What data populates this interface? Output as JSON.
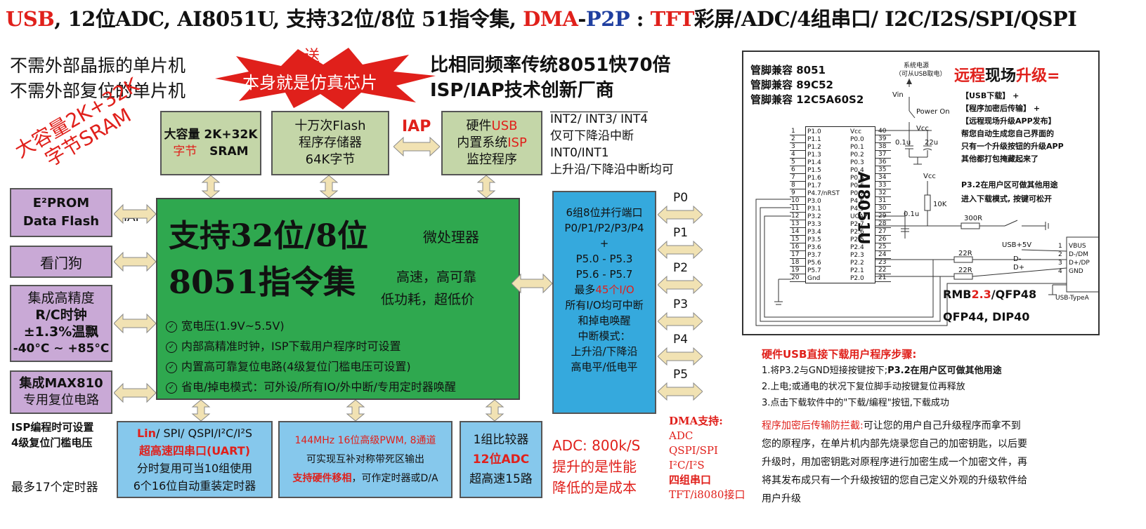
{
  "header": {
    "p1": "USB",
    "p2": ", 12位ADC, AI8051U, 支持32位/8位 51指令集, ",
    "p3": "DMA",
    "p4": "-",
    "p5": "P2P",
    "p6": " : ",
    "p7": "TFT",
    "p8": "彩屏/ADC/4组串口/ I2C/I2S/SPI/QSPI"
  },
  "top_left": {
    "line1": "不需外部晶振的单片机",
    "line2": "不需外部复位的单片机"
  },
  "burst": {
    "top": "送",
    "main": "本身就是仿真芯片"
  },
  "top_right": {
    "line1": "比相同频率传统8051快70倍",
    "line2": "ISP/IAP技术创新厂商"
  },
  "sram_promo": {
    "line1": "大容量2K+32K",
    "line2": "字节SRAM"
  },
  "sram_box": {
    "line1": "大容量 2K+32K",
    "line2a": "字节",
    "line2b": "SRAM"
  },
  "flash_box": {
    "line1": "十万次Flash",
    "line2": "程序存储器",
    "line3": "64K字节"
  },
  "iap_top": "IAP",
  "usb_box": {
    "l1a": "硬件",
    "l1b": "USB",
    "l2a": "内置系统",
    "l2b": "ISP",
    "l3": "监控程序"
  },
  "int_text": {
    "l1": "INT2/ INT3/ INT4",
    "l2": "仅可下降沿中断",
    "l3": "INT0/INT1",
    "l4": "上升沿/下降沿中断均可"
  },
  "eeprom": {
    "l1": "E²PROM",
    "l2": "Data Flash"
  },
  "iap_left": "IAP",
  "watchdog": "看门狗",
  "rc_clock": {
    "l1": "集成高精度",
    "l2": "R/C时钟",
    "l3": "±1.3%温飘",
    "l4": "-40°C ~ +85°C"
  },
  "max810": {
    "l1": "集成MAX810",
    "l2": "专用复位电路"
  },
  "isp_note": {
    "l1": "ISP编程时可设置",
    "l2": "4级复位门槛电压"
  },
  "timers_note": "最多17个定时器",
  "core": {
    "title1": "支持32位/8位",
    "title2": "8051指令集",
    "mcu": "微处理器",
    "feat1": "高速，高可靠",
    "feat2": "低功耗，超低价",
    "items": [
      "宽电压(1.9V~5.5V)",
      "内部高精准时钟，ISP下载用户程序时可设置",
      "内置高可靠复位电路(4级复位门槛电压可设置)",
      "省电/掉电模式：可外设/所有IO/外中断/专用定时器唤醒"
    ]
  },
  "ports_box": {
    "l1": "6组8位并行端口",
    "l2": "P0/P1/P2/P3/P4",
    "l3": "+",
    "l4": "P5.0 - P5.3",
    "l5": "P5.6 - P5.7",
    "l6a": "最多",
    "l6b": "45个I/O",
    "l7": "所有I/O均可中断",
    "l8": "和掉电唤醒",
    "l9": "中断模式：",
    "l10": "上升沿/下降沿",
    "l11": "高电平/低电平"
  },
  "ports": [
    "P0",
    "P1",
    "P2",
    "P3",
    "P4",
    "P5"
  ],
  "uart_box": {
    "l1a": "Lin",
    "l1b": "/ SPI/ QSPI/I²C/I²S",
    "l2": "超高速四串口(UART)",
    "l3": "分时复用可当10组使用",
    "l4": "6个16位自动重装定时器"
  },
  "pwm_box": {
    "l1": "144MHz 16位高级PWM, 8通道",
    "l2": "可实现互补对称带死区输出",
    "l3a": "支持硬件移相",
    "l3b": "，可作定时器或D/A"
  },
  "adc_box": {
    "l1": "1组比较器",
    "l2": "12位ADC",
    "l3": "超高速15路"
  },
  "adc_note": {
    "l1": "ADC: 800k/S",
    "l2": "提升的是性能",
    "l3": "降低的是成本"
  },
  "dma": {
    "title": "DMA支持:",
    "items": [
      "ADC",
      "QSPI/SPI",
      "I²C/I²S",
      "四组串口",
      "TFT/i8080接口"
    ]
  },
  "schematic": {
    "compat": [
      "管脚兼容 8051",
      "管脚兼容 89C52",
      "管脚兼容 12C5A60S2"
    ],
    "power_note1": "系统电源",
    "power_note2": "（可从USB取电）",
    "vin": "Vin",
    "power_on": "Power On",
    "vcc": "Vcc",
    "cap1": "0.1u",
    "cap2": "22u",
    "cap3": "0.1u",
    "r10k": "10K",
    "r300": "300R",
    "r22a": "22R",
    "r22b": "22R",
    "chip_name": "AI8051U",
    "left_pins": [
      "P1.0",
      "P1.1",
      "P1.2",
      "P1.3",
      "P1.4",
      "P1.5",
      "P1.6",
      "P1.7",
      "P4.7/nRST",
      "P3.0",
      "P3.1",
      "P3.2",
      "P3.3",
      "P3.4",
      "P3.5",
      "P3.6",
      "P3.7",
      "P5.6",
      "P5.7",
      "Gnd"
    ],
    "right_pins": [
      "Vcc",
      "P0.0",
      "P0.1",
      "P0.2",
      "P0.3",
      "P0.4",
      "P0.5",
      "P0.6",
      "P0.7",
      "P4.6",
      "P4.5",
      "UCAP",
      "P2.7",
      "P2.6",
      "P2.5",
      "P2.4",
      "P2.3",
      "P2.2",
      "P2.1",
      "P2.0"
    ],
    "usb5v": "USB+5V",
    "dminus": "D-",
    "dplus": "D+",
    "usb_pins": [
      "VBUS",
      "D-/DM",
      "D+/DP",
      "GND"
    ],
    "usb_nums": [
      "1",
      "2",
      "3",
      "4"
    ],
    "usb_type": "USB-TypeA",
    "rmb_a": "RMB",
    "rmb_b": "2.3",
    "rmb_c": "/QFP48",
    "pkg": "QFP44, DIP40",
    "upgrade_title_a": "远程",
    "upgrade_title_b": "现场",
    "upgrade_title_c": "升级=",
    "upgrade_lines": [
      "【USB下载】 +",
      "【程序加密后传输】 +",
      "【远程现场升级APP发布】",
      "帮您自动生成您自己界面的",
      "只有一个升级按钮的升级APP",
      "其他都打包掩藏起来了"
    ],
    "p32_l1": "P3.2在用户区可做其他用途",
    "p32_l2": "进入下载模式, 按键可松开"
  },
  "usb_steps": {
    "title": "硬件USB直接下载用户程序步骤:",
    "s1a": "1.将P3.2与GND短接按键按下;",
    "s1b": "P3.2在用户区可做其他用途",
    "s2": "2.上电;或通电的状况下复位脚手动按键复位再释放",
    "s3": "3.点击下载软件中的\"下载/编程\"按钮,下载成功"
  },
  "encrypt": {
    "title": "程序加密后传输防拦截:",
    "text1": "可让您的用户自己升级程序而拿不到",
    "lines": [
      "您的原程序，在单片机内部先烧录您自己的加密钥匙，以后要",
      "升级时，用加密钥匙对原程序进行加密生成一个加密文件，再",
      "将其发布成只有一个升级按钮的您自己定义外观的升级软件给",
      "用户升级"
    ]
  },
  "colors": {
    "red": "#e0201b",
    "blue": "#1f3fa0",
    "green": "#2fa84f",
    "cyan": "#35a9dd",
    "lavender": "#c9a9d6",
    "sage": "#c4d6a8",
    "arrow": "#f1e2b3"
  }
}
